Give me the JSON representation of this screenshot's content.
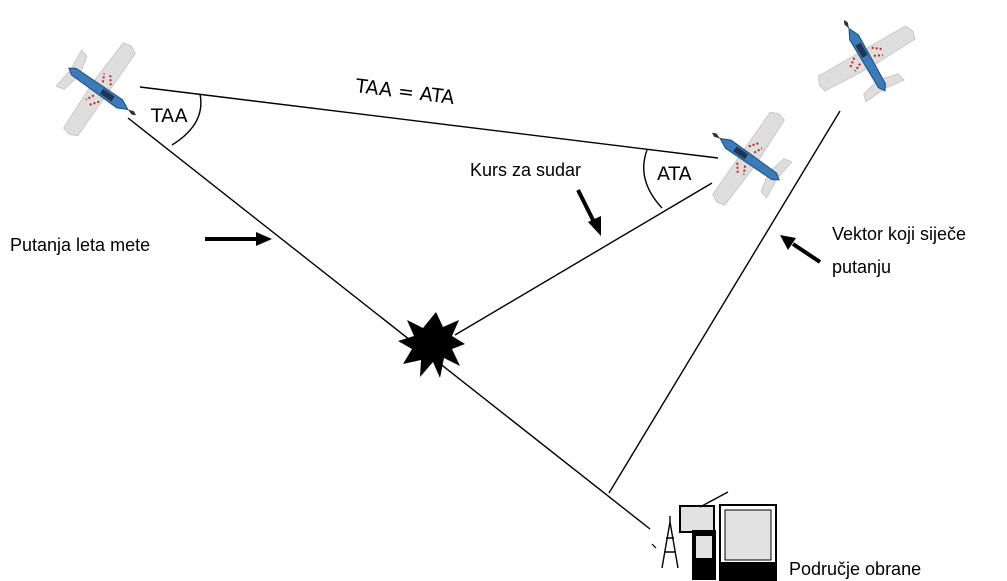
{
  "labels": {
    "taa_eq_ata": "TAA = ATA",
    "taa": "TAA",
    "ata": "ATA",
    "collision_course": "Kurs za sudar",
    "target_flight_path": "Putanja leta mete",
    "intercept_vector_line1": "Vektor koji siječe",
    "intercept_vector_line2": "putanju",
    "defense_area": "Područje obrane"
  },
  "icons": {
    "aircraft": "aircraft-icon",
    "impact": "explosion-icon",
    "defense_site": "radar-building-icon"
  },
  "colors": {
    "aircraft_body": "#2e6fa8",
    "aircraft_wing": "#d8d8d8",
    "aircraft_marking": "#c0262c",
    "line": "#000000"
  }
}
